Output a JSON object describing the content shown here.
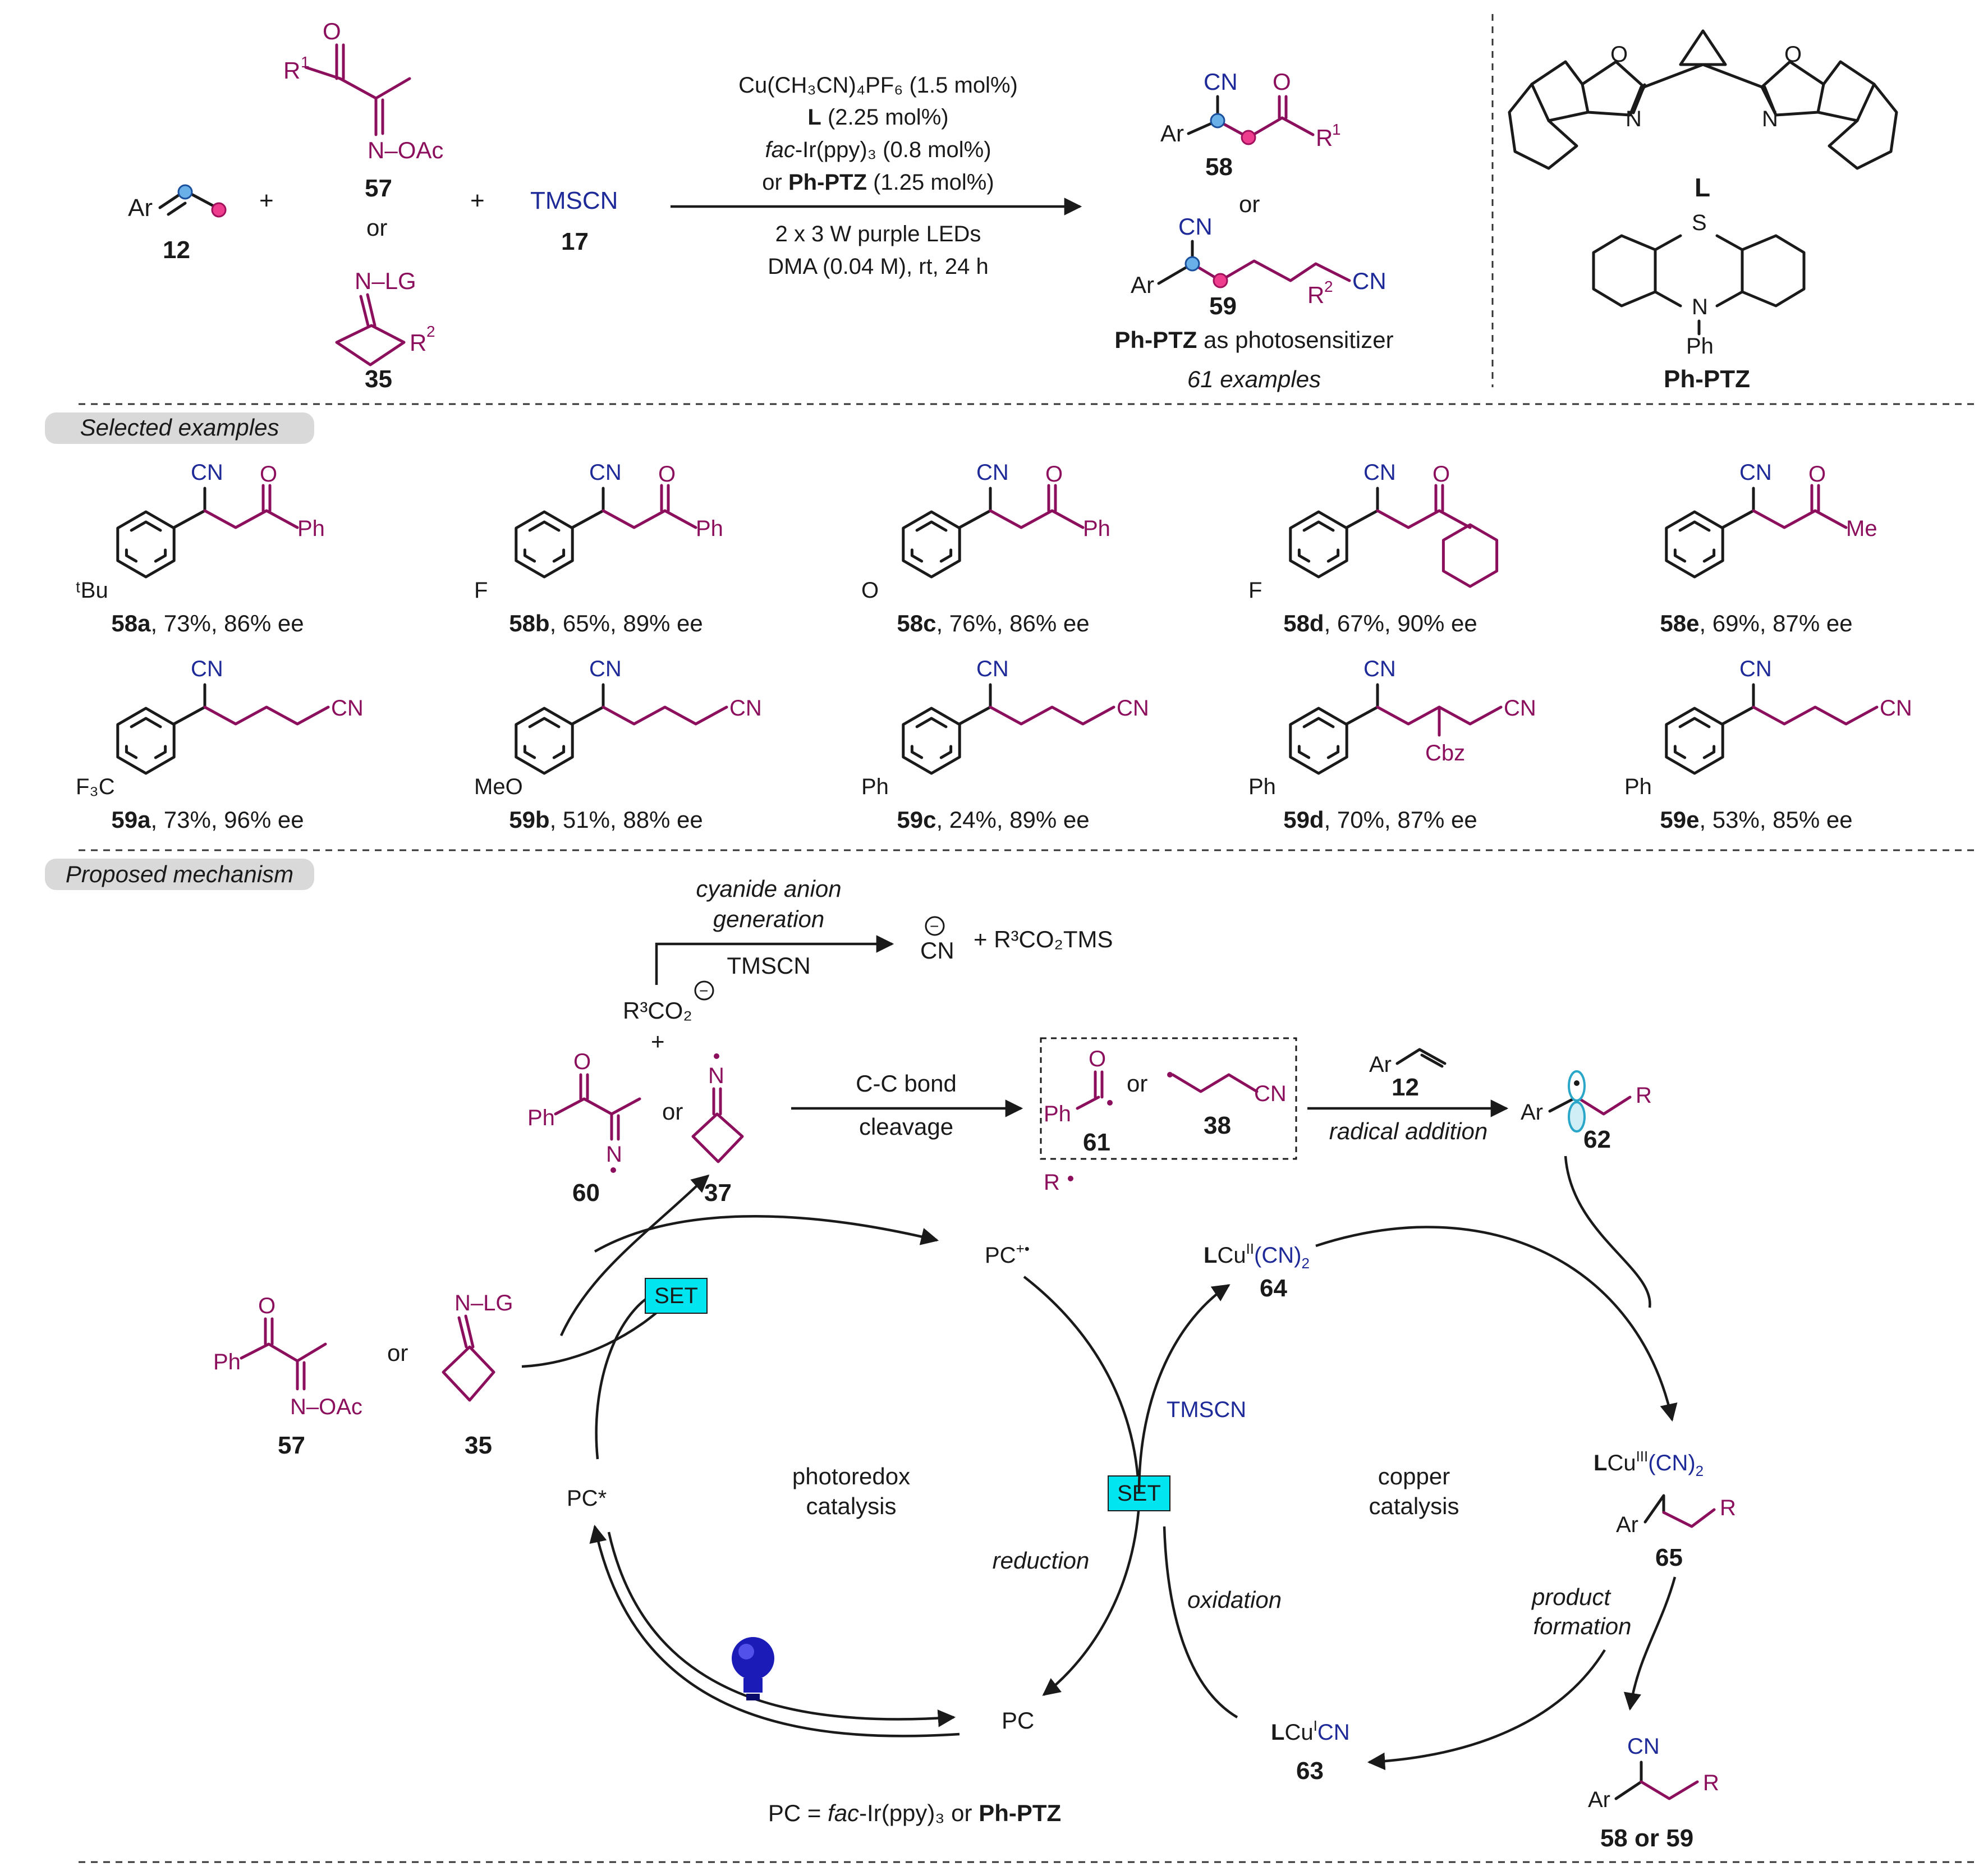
{
  "reaction": {
    "alkene_label": "Ar",
    "compounds": {
      "c12": "12",
      "c57": "57",
      "c35": "35",
      "c17": "17",
      "c58": "58",
      "c59": "59",
      "cL": "L",
      "cPhPTZ": "Ph-PTZ"
    },
    "plus": "+",
    "or": "or",
    "tmscn": "TMSCN",
    "oxime_r1": "R",
    "oxime_oac": "N–OAc",
    "cyclo_lg": "N–LG",
    "cyclo_r2": "R",
    "conditions": {
      "line1": "Cu(CH₃CN)₄PF₆ (1.5 mol%)",
      "line2_bold": "L",
      "line2_rest": " (2.25 mol%)",
      "line3_italic": "fac",
      "line3_rest": "-Ir(ppy)₃ (0.8 mol%)",
      "line4_pre": "or ",
      "line4_bold": "Ph-PTZ",
      "line4_rest": " (1.25 mol%)",
      "line5": "2 x 3 W purple LEDs",
      "line6": "DMA (0.04 M), rt, 24 h"
    },
    "product_note_bold": "Ph-PTZ",
    "product_note_rest": " as photosensitizer",
    "examples_count": "61 examples"
  },
  "sections": {
    "selected_examples": "Selected examples",
    "proposed_mechanism": "Proposed mechanism"
  },
  "examples": [
    {
      "id": "58a",
      "yield": ", 73%, 86% ee",
      "sub": "ᵗBu",
      "acyl": "Ph"
    },
    {
      "id": "58b",
      "yield": ", 65%, 89% ee",
      "sub": "F",
      "acyl": "Ph"
    },
    {
      "id": "58c",
      "yield": ", 76%, 86% ee",
      "sub": "O",
      "acyl": "Ph"
    },
    {
      "id": "58d",
      "yield": ", 67%, 90% ee",
      "sub": "F",
      "acyl": ""
    },
    {
      "id": "58e",
      "yield": ", 69%, 87% ee",
      "sub": "",
      "acyl": "Me"
    },
    {
      "id": "59a",
      "yield": ", 73%, 96% ee",
      "sub": "F₃C",
      "tail": "CN"
    },
    {
      "id": "59b",
      "yield": ", 51%, 88% ee",
      "sub": "MeO",
      "tail": "CN"
    },
    {
      "id": "59c",
      "yield": ", 24%, 89% ee",
      "sub": "Ph",
      "tail": "CN"
    },
    {
      "id": "59d",
      "yield": ", 70%, 87% ee",
      "sub": "Ph",
      "tail": "CN",
      "extra": "Cbz"
    },
    {
      "id": "59e",
      "yield": ", 53%, 85% ee",
      "sub": "Ph",
      "tail": "CN"
    }
  ],
  "mechanism": {
    "cyanide_gen_1": "cyanide anion",
    "cyanide_gen_2": "generation",
    "tmscn": "TMSCN",
    "cn_anion": "CN",
    "byproduct": "+  R³CO₂TMS",
    "carboxylate": "R³CO₂",
    "cc_bond_1": "C-C bond",
    "cc_bond_2": "cleavage",
    "radical_addition": "radical addition",
    "r_radical": "R",
    "set": "SET",
    "pc_cation": "PC",
    "pc_star": "PC*",
    "pc": "PC",
    "photoredox_1": "photoredox",
    "photoredox_2": "catalysis",
    "copper_1": "copper",
    "copper_2": "catalysis",
    "reduction": "reduction",
    "oxidation": "oxidation",
    "product_formation_1": "product",
    "product_formation_2": "formation",
    "cu2": "LCu(II)(CN)₂",
    "cu3": "LCu(III)(CN)₂",
    "cu1": "LCu(I)CN",
    "ids": {
      "c60": "60",
      "c37": "37",
      "c61": "61",
      "c38": "38",
      "c62": "62",
      "c64": "64",
      "c65": "65",
      "c63": "63",
      "c57": "57",
      "c35": "35",
      "c12": "12",
      "prod": "58 or 59"
    },
    "pc_def_pre": "PC = ",
    "pc_def_italic": "fac",
    "pc_def_mid": "-Ir(ppy)₃ or ",
    "pc_def_bold": "Ph-PTZ"
  },
  "colors": {
    "magenta": "#8b0f5c",
    "blue": "#1f2a99",
    "set_box": "#00e5f0",
    "bulb": "#1b1bb8",
    "label_bg": "#d9d9d9"
  }
}
